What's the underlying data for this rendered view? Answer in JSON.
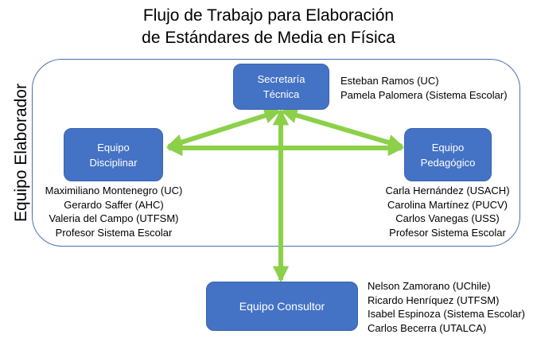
{
  "title": {
    "line1": "Flujo de Trabajo para Elaboración",
    "line2": "de Estándares de Media en Física"
  },
  "container": {
    "label": "Equipo Elaborador"
  },
  "colors": {
    "box_fill": "#4472c4",
    "box_text": "#ffffff",
    "arrow": "#8cd04a",
    "container_border": "#4a6fb0"
  },
  "nodes": {
    "secretaria": {
      "label_lines": [
        "Secretaría",
        "Técnica"
      ],
      "members": [
        "Esteban Ramos (UC)",
        "Pamela Palomera (Sistema Escolar)"
      ]
    },
    "disciplinar": {
      "label_lines": [
        "Equipo",
        "Disciplinar"
      ],
      "members": [
        "Maximiliano Montenegro (UC)",
        "Gerardo Saffer (AHC)",
        "Valeria del Campo (UTFSM)",
        "Profesor Sistema Escolar"
      ]
    },
    "pedagogico": {
      "label_lines": [
        "Equipo",
        "Pedagógico"
      ],
      "members": [
        "Carla Hernández (USACH)",
        "Carolina Martínez (PUCV)",
        "Carlos Vanegas (USS)",
        "Profesor Sistema Escolar"
      ]
    },
    "consultor": {
      "label_lines": [
        "Equipo Consultor"
      ],
      "members": [
        "Nelson Zamorano (UChile)",
        "Ricardo Henríquez (UTFSM)",
        "Isabel Espinoza (Sistema Escolar)",
        "Carlos Becerra (UTALCA)"
      ]
    }
  },
  "edges": [
    {
      "from": "secretaria",
      "to": "disciplinar",
      "bidirectional": true
    },
    {
      "from": "secretaria",
      "to": "pedagogico",
      "bidirectional": true
    },
    {
      "from": "disciplinar",
      "to": "pedagogico",
      "bidirectional": true
    },
    {
      "from": "secretaria",
      "to": "consultor",
      "bidirectional": true
    }
  ]
}
